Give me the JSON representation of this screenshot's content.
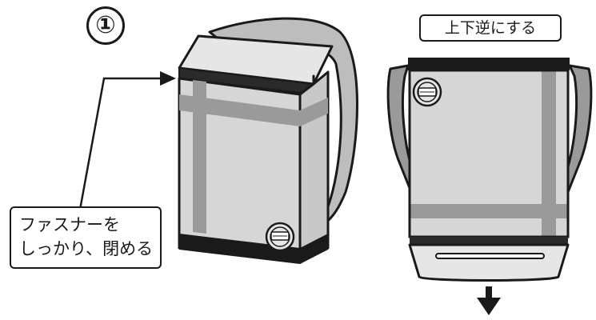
{
  "step": {
    "number": "①"
  },
  "instruction": {
    "line1": "ファスナーを",
    "line2": "しっかり、閉める"
  },
  "flip": {
    "label": "上下逆にする"
  },
  "colors": {
    "outline": "#1a1a1a",
    "body_gray": "#d6d6d6",
    "light_gray": "#e6e6e6",
    "stripe_gray": "#9a9a9a",
    "strap_gray": "#bdbdbd"
  }
}
